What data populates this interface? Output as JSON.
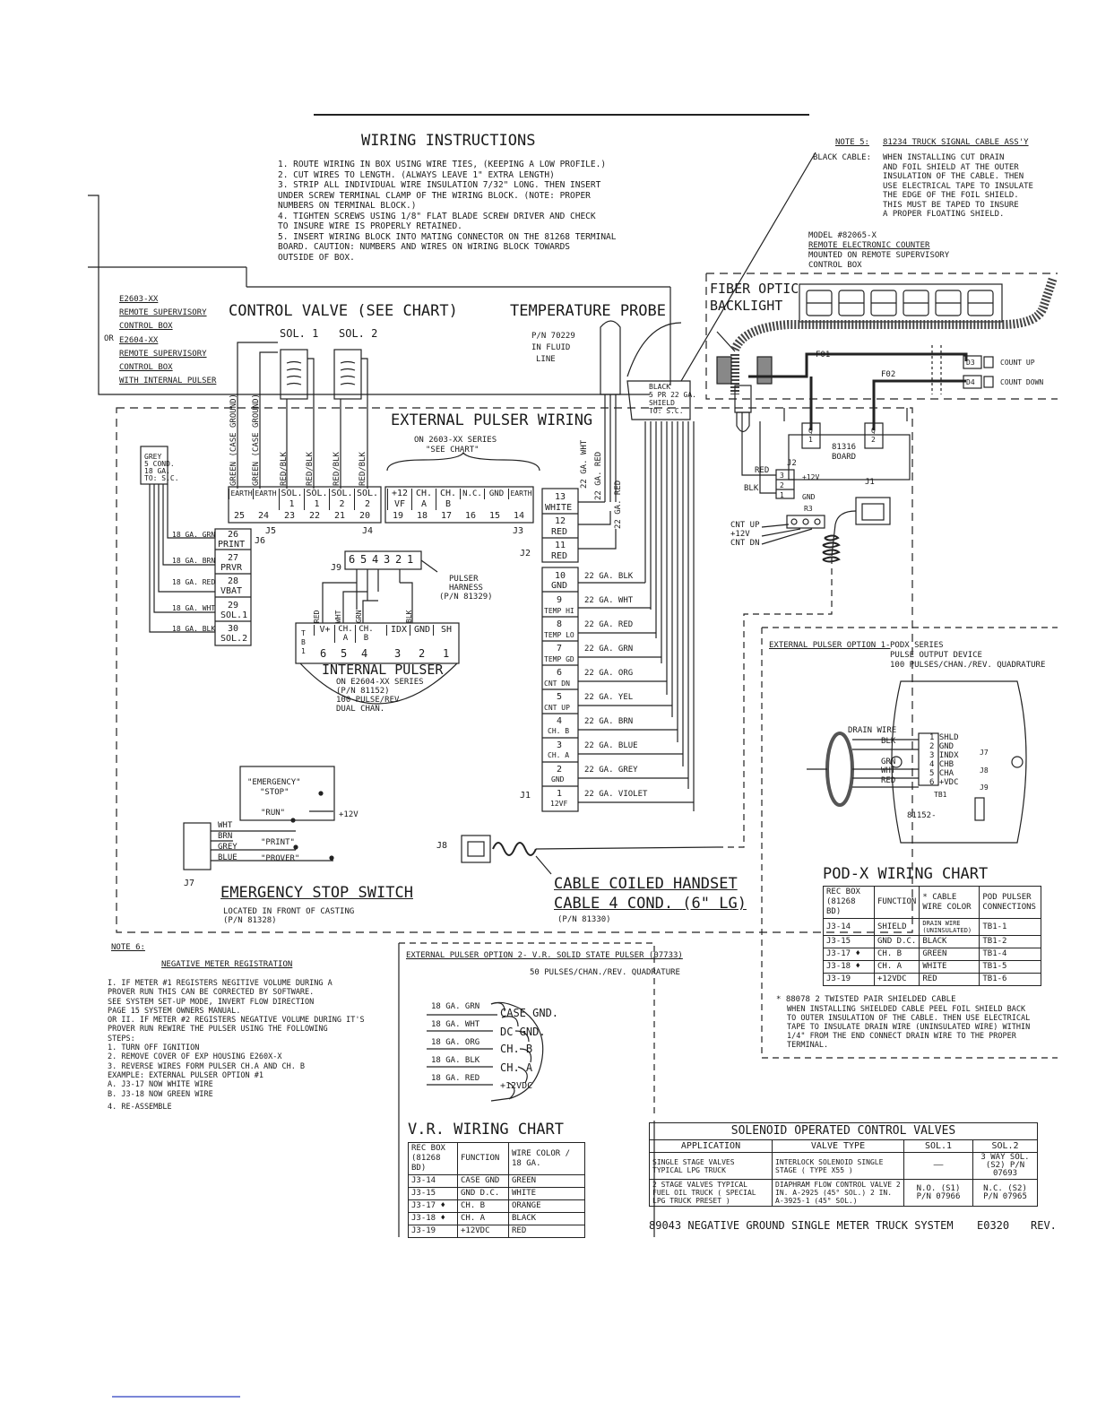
{
  "wiring_instructions": {
    "title": "WIRING INSTRUCTIONS",
    "lines": [
      "1.  ROUTE WIRING IN BOX USING WIRE TIES, (KEEPING A LOW PROFILE.)",
      "2.  CUT WIRES TO LENGTH. (ALWAYS LEAVE 1\" EXTRA LENGTH)",
      "3.  STRIP ALL INDIVIDUAL WIRE INSULATION 7/32\" LONG.  THEN INSERT",
      "    UNDER SCREW TERMINAL CLAMP OF THE WIRING BLOCK.  (NOTE: PROPER",
      "    NUMBERS ON TERMINAL BLOCK.)",
      "4.  TIGHTEN SCREWS USING 1/8\" FLAT BLADE SCREW DRIVER AND CHECK",
      "    TO INSURE WIRE IS PROPERLY RETAINED.",
      "5.  INSERT WIRING BLOCK INTO MATING CONNECTOR ON THE 81268 TERMINAL",
      "    BOARD.  CAUTION:  NUMBERS AND WIRES ON WIRING BLOCK TOWARDS",
      "    OUTSIDE OF BOX."
    ]
  },
  "note5": {
    "heading": "NOTE 5:",
    "title": "81234 TRUCK SIGNAL CABLE ASS'Y",
    "label": "BLACK CABLE:",
    "lines": [
      "WHEN INSTALLING CUT DRAIN",
      "AND FOIL SHIELD AT THE OUTER",
      "INSULATION OF THE CABLE.  THEN",
      "USE ELECTRICAL TAPE TO INSULATE",
      "THE EDGE OF THE FOIL SHIELD.",
      "THIS MUST BE TAPED TO INSURE",
      "A PROPER FLOATING SHIELD."
    ]
  },
  "counter": {
    "lines": [
      "MODEL #82065-X",
      "REMOTE ELECTRONIC COUNTER",
      "MOUNTED ON REMOTE SUPERVISORY",
      "CONTROL BOX"
    ],
    "fiber_optic": [
      "FIBER OPTIC",
      "BACKLIGHT"
    ],
    "f01": "F01",
    "f02": "F02",
    "d3": "D3",
    "d4": "D4",
    "count_up": "COUNT UP",
    "count_down": "COUNT DOWN",
    "board": [
      "81316",
      "BOARD"
    ],
    "q1": [
      "Q",
      "1"
    ],
    "q2": [
      "Q",
      "2"
    ],
    "j2": "J2",
    "j1": "J1",
    "red": "RED",
    "blk": "BLK",
    "plus12v": "+12V",
    "gnd": "GND",
    "r3": "R3",
    "pins": [
      "3",
      "2",
      "1"
    ],
    "cnt": [
      "CNT UP",
      "+12V",
      "CNT DN"
    ]
  },
  "supervisory": {
    "lines": [
      "E2603-XX",
      "REMOTE SUPERVISORY",
      "CONTROL BOX",
      "E2604-XX",
      "REMOTE SUPERVISORY",
      "CONTROL BOX",
      "WITH INTERNAL PULSER"
    ],
    "or": "OR"
  },
  "control_valve": {
    "title": "CONTROL VALVE (SEE CHART)",
    "sol1": "SOL. 1",
    "sol2": "SOL. 2"
  },
  "temperature_probe": {
    "title": "TEMPERATURE PROBE",
    "lines": [
      "P/N 70229",
      "IN FLUID",
      "LINE"
    ]
  },
  "black_cable": [
    "BLACK",
    "5 PR 22 GA.",
    "SHIELD",
    "TO: S.C."
  ],
  "grey_cable": [
    "GREY",
    "5 COND.",
    "18 GA.",
    "TO: S.C."
  ],
  "external_pulser": {
    "title": "EXTERNAL PULSER WIRING",
    "sub1": "ON 2603-XX SERIES",
    "sub2": "\"SEE CHART\""
  },
  "vertical_wires": [
    "GREEN (CASE GROUND)",
    "GREEN (CASE GROUND)",
    "RED/BLK",
    "RED/BLK",
    "RED/BLK",
    "RED/BLK"
  ],
  "terminal_top": {
    "labels": [
      "EARTH",
      "EARTH",
      "SOL. 1",
      "SOL. 1",
      "SOL. 2",
      "SOL. 2",
      "+12 VF",
      "CH. A",
      "CH. B",
      "N.C.",
      "GND",
      "EARTH"
    ],
    "numbers": [
      "25",
      "24",
      "23",
      "22",
      "21",
      "20",
      "19",
      "18",
      "17",
      "16",
      "15",
      "14"
    ],
    "j5": "J5",
    "j4": "J4",
    "j3": "J3"
  },
  "j6": {
    "label": "J6",
    "terms": [
      {
        "num": "26",
        "name": "PRINT",
        "wire": "18 GA. GRN"
      },
      {
        "num": "27",
        "name": "PRVR",
        "wire": "18 GA. BRN"
      },
      {
        "num": "28",
        "name": "VBAT",
        "wire": "18 GA. RED"
      },
      {
        "num": "29",
        "name": "SOL.1",
        "wire": "18 GA. WHT"
      },
      {
        "num": "30",
        "name": "SOL.2",
        "wire": "18 GA. BLK"
      }
    ]
  },
  "j2_block": {
    "label": "J2",
    "terms": [
      {
        "num": "13",
        "name": "WHITE"
      },
      {
        "num": "12",
        "name": "RED"
      },
      {
        "num": "11",
        "name": "RED"
      }
    ],
    "probe_wires": [
      "22 GA. WHT",
      "22 GA. RED",
      "22 GA. RED"
    ]
  },
  "j1_block": {
    "label": "J1",
    "terms": [
      {
        "num": "10",
        "name": "GND",
        "wire": "22 GA. BLK"
      },
      {
        "num": "9",
        "name": "TEMP HI",
        "wire": "22 GA. WHT"
      },
      {
        "num": "8",
        "name": "TEMP LO",
        "wire": "22 GA. RED"
      },
      {
        "num": "7",
        "name": "TEMP GD",
        "wire": "22 GA. GRN"
      },
      {
        "num": "6",
        "name": "CNT DN",
        "wire": "22 GA. ORG"
      },
      {
        "num": "5",
        "name": "CNT UP",
        "wire": "22 GA. YEL"
      },
      {
        "num": "4",
        "name": "CH. B",
        "wire": "22 GA. BRN"
      },
      {
        "num": "3",
        "name": "CH. A",
        "wire": "22 GA. BLUE"
      },
      {
        "num": "2",
        "name": "GND",
        "wire": "22 GA. GREY"
      },
      {
        "num": "1",
        "name": "12VF",
        "wire": "22 GA. VIOLET"
      }
    ]
  },
  "j9": {
    "label": "J9",
    "pins": [
      "6",
      "5",
      "4",
      "3",
      "2",
      "1"
    ],
    "harness": [
      "PULSER",
      "HARNESS",
      "(P/N 81329)"
    ],
    "wires": [
      "RED",
      "WHT",
      "GRN",
      "BLK"
    ]
  },
  "internal_pulser": {
    "tb": [
      "T",
      "B",
      "1"
    ],
    "labels": [
      "V+",
      "CH. A",
      "CH. B",
      "IDX",
      "GND",
      "SH"
    ],
    "numbers": [
      "6",
      "5",
      "4",
      "3",
      "2",
      "1"
    ],
    "title": "INTERNAL PULSER",
    "lines": [
      "ON E2604-XX SERIES",
      "(P/N 81152)",
      "100 PULSE/REV",
      "DUAL CHAN."
    ]
  },
  "emergency": {
    "title": "EMERGENCY STOP SWITCH",
    "sub": [
      "LOCATED IN FRONT OF CASTING",
      "(P/N 81328)"
    ],
    "stop": [
      "\"EMERGENCY\"",
      "\"STOP\""
    ],
    "run": "\"RUN\"",
    "plus12v": "+12V",
    "print": "\"PRINT\"",
    "prover": "\"PROVER\"",
    "wires": [
      "WHT",
      "BRN",
      "GREY",
      "BLUE"
    ],
    "j7": "J7"
  },
  "handset": {
    "j8": "J8",
    "title1": "CABLE COILED HANDSET",
    "title2": "CABLE 4 COND. (6\" LG)",
    "pn": "(P/N 81330)"
  },
  "option1": {
    "heading": "EXTERNAL PULSER OPTION 1-",
    "lines": [
      "PODX SERIES",
      "PULSE OUTPUT DEVICE",
      "100 PULSES/CHAN./REV. QUADRATURE"
    ],
    "drain": "DRAIN WIRE",
    "wires": [
      "BLK",
      "GRN",
      "WHT",
      "RED"
    ],
    "terms": [
      "1 SHLD",
      "2 GND",
      "3 INDX",
      "4 CHB",
      "5 CHA",
      "6 +VDC"
    ],
    "tb1": "TB1",
    "j": [
      "J7",
      "J8",
      "J9"
    ],
    "part": "81152-"
  },
  "pod_chart": {
    "title": "POD-X WIRING CHART",
    "header": [
      "REC BOX (81268 BD)",
      "FUNCTION",
      "* CABLE WIRE COLOR",
      "POD PULSER CONNECTIONS"
    ],
    "rows": [
      [
        "J3-14",
        "SHIELD",
        "DRAIN WIRE (UNINSULATED)",
        "TB1-1"
      ],
      [
        "J3-15",
        "GND D.C.",
        "BLACK",
        "TB1-2"
      ],
      [
        "J3-17 ♦",
        "CH. B",
        "GREEN",
        "TB1-4"
      ],
      [
        "J3-18 ♦",
        "CH. A",
        "WHITE",
        "TB1-5"
      ],
      [
        "J3-19",
        "+12VDC",
        "RED",
        "TB1-6"
      ]
    ],
    "footnote_title": "* 88078 2 TWISTED PAIR SHIELDED CABLE",
    "footnote": [
      "WHEN INSTALLING SHIELDED CABLE PEEL FOIL SHIELD BACK",
      "TO OUTER INSULATION OF THE CABLE.  THEN USE ELECTRICAL",
      "TAPE TO INSULATE DRAIN WIRE (UNINSULATED WIRE) WITHIN",
      "1/4\" FROM THE END   CONNECT DRAIN WIRE TO THE PROPER",
      "TERMINAL."
    ]
  },
  "note6": {
    "heading": "NOTE 6:",
    "title": "NEGATIVE METER REGISTRATION",
    "lines": [
      "I.   IF METER #1 REGISTERS NEGITIVE VOLUME DURING A",
      "     PROVER RUN THIS CAN BE CORRECTED BY SOFTWARE.",
      "     SEE SYSTEM SET-UP MODE, INVERT FLOW DIRECTION",
      "     PAGE 15 SYSTEM OWNERS MANUAL.",
      "OR II.  IF METER #2 REGISTERS NEGATIVE VOLUME DURING IT'S",
      "     PROVER RUN REWIRE THE PULSER USING THE FOLLOWING",
      "     STEPS:",
      "     1.  TURN OFF IGNITION",
      "     2.  REMOVE COVER OF EXP HOUSING E260X-X",
      "     3.  REVERSE WIRES FORM PULSER CH.A AND CH. B",
      "         EXAMPLE: EXTERNAL PULSER OPTION #1",
      "         A.  J3-17 NOW WHITE WIRE",
      "         B.  J3-18 NOW GREEN WIRE",
      "     4.  RE-ASSEMBLE"
    ]
  },
  "option2": {
    "heading": "EXTERNAL PULSER OPTION 2-  V.R. SOLID STATE PULSER (07733)",
    "sub": "50 PULSES/CHAN./REV. QUADRATURE",
    "wires": [
      "18 GA. GRN",
      "18 GA. WHT",
      "18 GA. ORG",
      "18 GA. BLK",
      "18 GA. RED"
    ],
    "terms": [
      "CASE GND.",
      "DC GND.",
      "CH. B",
      "CH. A",
      "+12VDC"
    ]
  },
  "vr_chart": {
    "title": "V.R. WIRING CHART",
    "header": [
      "REC BOX (81268 BD)",
      "FUNCTION",
      "WIRE COLOR / 18 GA."
    ],
    "rows": [
      [
        "J3-14",
        "CASE GND",
        "GREEN"
      ],
      [
        "J3-15",
        "GND D.C.",
        "WHITE"
      ],
      [
        "J3-17 ♦",
        "CH. B",
        "ORANGE"
      ],
      [
        "J3-18 ♦",
        "CH. A",
        "BLACK"
      ],
      [
        "J3-19",
        "+12VDC",
        "RED"
      ]
    ]
  },
  "solenoid_chart": {
    "title": "SOLENOID OPERATED CONTROL VALVES",
    "header": [
      "APPLICATION",
      "VALVE TYPE",
      "SOL.1",
      "SOL.2"
    ],
    "rows": [
      [
        "SINGLE STAGE VALVES TYPICAL LPG TRUCK",
        "INTERLOCK SOLENOID SINGLE STAGE ( TYPE X55 )",
        "——",
        "3 WAY SOL. (S2) P/N 07693"
      ],
      [
        "2 STAGE VALVES TYPICAL FUEL OIL TRUCK ( SPECIAL LPG TRUCK PRESET )",
        "DIAPHRAM FLOW CONTROL VALVE 2 IN. A-2925 (45° SOL.) 2 IN. A-3925-1 (45° SOL.)",
        "N.O. (S1) P/N 07966",
        "N.C. (S2) P/N 07965"
      ]
    ]
  },
  "title_block": {
    "title": "89043 NEGATIVE GROUND SINGLE METER TRUCK SYSTEM",
    "dwg": "E0320",
    "rev": "REV."
  }
}
